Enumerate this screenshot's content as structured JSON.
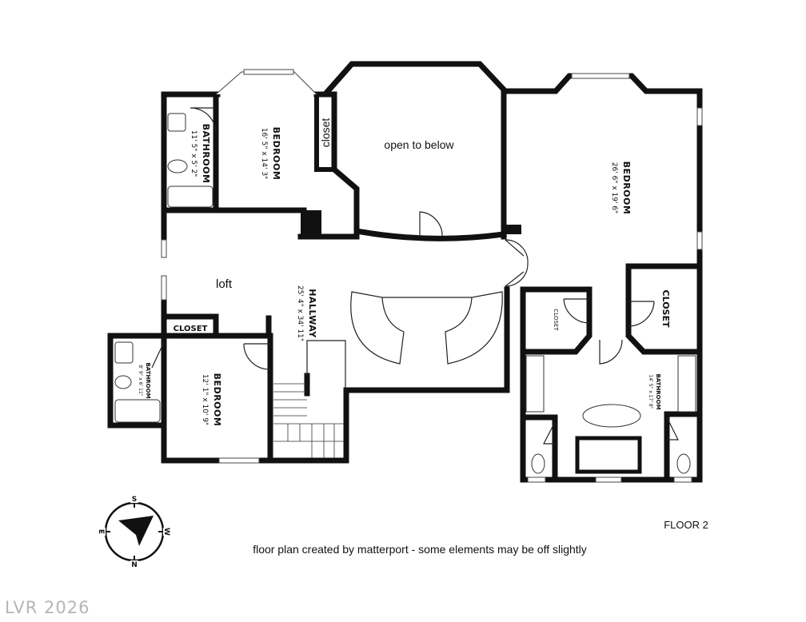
{
  "plan": {
    "floor_label": "FLOOR 2",
    "footnote": "floor plan created by matterport - some elements may be off slightly"
  },
  "rooms": {
    "bathroom_top": {
      "name": "BATHROOM",
      "dims": "11' 5\" x 5' 2\""
    },
    "bedroom_top": {
      "name": "BEDROOM",
      "dims": "16' 5\" x 14' 3\""
    },
    "closet_top": {
      "name": "closet"
    },
    "open_below": {
      "name": "open to below"
    },
    "bedroom_master": {
      "name": "BEDROOM",
      "dims": "26' 6\" x 19' 6\""
    },
    "loft": {
      "name": "loft"
    },
    "hallway": {
      "name": "HALLWAY",
      "dims": "25' 4\" x 34' 11\""
    },
    "closet_loft": {
      "name": "CLOSET"
    },
    "bathroom_small": {
      "name": "BATHROOM",
      "dims": "8' 9\" x 6' 11\""
    },
    "bedroom_small": {
      "name": "BEDROOM",
      "dims": "12' 1\" x 10' 9\""
    },
    "closet_master": {
      "name": "CLOSET"
    },
    "closet_mid": {
      "name": "CLOSET"
    },
    "bathroom_master": {
      "name": "BATHROOM",
      "dims": "14' 5\" x 17' 8\""
    }
  },
  "compass": {
    "top": "S",
    "bottom": "N",
    "left": "E",
    "right": "W"
  },
  "watermark": "LVR 2026"
}
